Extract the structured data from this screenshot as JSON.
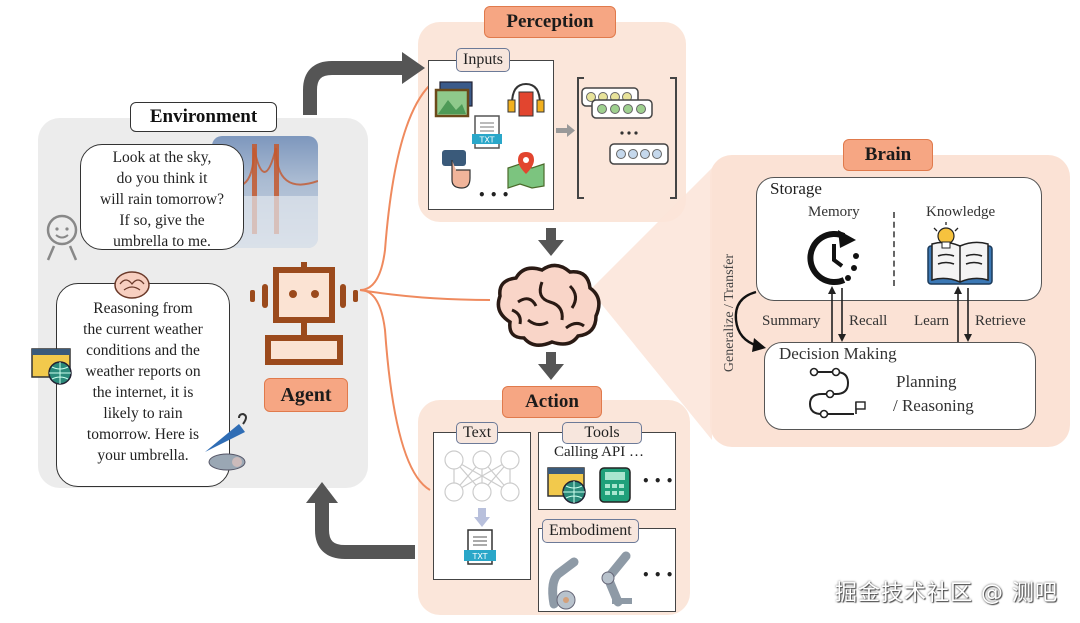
{
  "environment": {
    "title": "Environment",
    "user_message": [
      "Look at the sky,",
      "do you think it",
      "will rain tomorrow?",
      "If so, give the",
      "umbrella to me."
    ],
    "agent_reply": [
      "Reasoning from",
      "the current weather",
      "conditions and the",
      "weather reports on",
      "the internet, it is",
      "likely to rain",
      "tomorrow. Here is",
      "your umbrella."
    ]
  },
  "agent": {
    "label": "Agent"
  },
  "perception": {
    "title": "Perception",
    "inputs_label": "Inputs",
    "ellipsis": "• • •",
    "vector_ellipsis": "• • •"
  },
  "brain": {
    "title": "Brain",
    "storage_label": "Storage",
    "memory_label": "Memory",
    "knowledge_label": "Knowledge",
    "summary_label": "Summary",
    "recall_label": "Recall",
    "learn_label": "Learn",
    "retrieve_label": "Retrieve",
    "generalize_label": "Generalize / Transfer",
    "decision_label": "Decision Making",
    "planning_label": "Planning",
    "reasoning_label": "/ Reasoning"
  },
  "action": {
    "title": "Action",
    "text_label": "Text",
    "tools_label": "Tools",
    "calling_api_label": "Calling API …",
    "embodiment_label": "Embodiment",
    "ellipsis": "• • •"
  },
  "colors": {
    "accent_orange": "#f6a683",
    "panel_peach": "#fbe6da",
    "robot_brown": "#9b4a1c",
    "arrow_gray": "#555555"
  },
  "watermark": "掘金技术社区 @ 测吧"
}
